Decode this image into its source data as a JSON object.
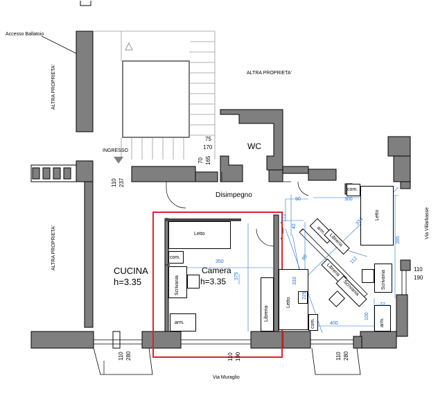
{
  "labels": {
    "accesso": "Accesso Ballatoio",
    "altra_top": "ALTRA PROPRIETA'",
    "altra_left_top": "ALTRA PROPRIETA'",
    "altra_left_bottom": "ALTRA PROPRIETA'",
    "ingresso": "INGRESSO",
    "wc": "WC",
    "disimpegno": "Disimpegno",
    "cucina": "CUCINA",
    "cucina_h": "h=3.35",
    "camera": "Camera",
    "camera_h": "h=3.35",
    "via_muraglio": "Via Muraglio",
    "via_villarbasse": "Via Villarbasse"
  },
  "furniture": {
    "letto1": "Letto",
    "com1": "com.",
    "scrivania1": "Scrivania",
    "arm1": "arm.",
    "libreria1": "Libreria",
    "letto2": "Letto",
    "com2": "com.",
    "arm2": "arm.",
    "libreria2": "Libreria",
    "libreria3": "Libreria",
    "scrivania2": "Scrivania",
    "com3": "com.",
    "letto3": "Letto",
    "scrivania3": "Scrivania",
    "arm3": "arm."
  },
  "dimensions": {
    "wc_a": "75",
    "wc_b": "170",
    "wc_c": "70",
    "wc_d": "165",
    "ingresso_a": "110",
    "ingresso_b": "237",
    "d90": "90",
    "d172": "172",
    "d42": "42",
    "d300": "300",
    "d334": "334",
    "d395": "395",
    "d350": "350",
    "d375": "375",
    "d80": "80",
    "d333": "333",
    "d229": "229",
    "d112": "112",
    "d400": "400",
    "d100": "100",
    "d77": "77",
    "right_a": "110",
    "right_b": "190",
    "bottom_left_a": "110",
    "bottom_left_b": "280",
    "bottom_mid_a": "110",
    "bottom_mid_b": "190",
    "bottom_right_a": "110",
    "bottom_right_b": "280"
  },
  "colors": {
    "wall": "#7f7f7f",
    "highlight": "#e0202a",
    "dimension": "#1c6fd6"
  }
}
